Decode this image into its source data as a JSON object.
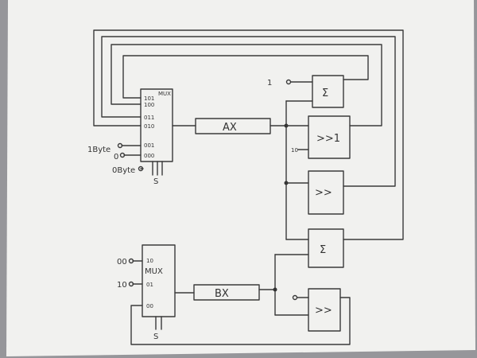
{
  "mux_a": {
    "title": "MUX",
    "inputs": [
      "101",
      "100",
      "011",
      "010",
      "001",
      "000"
    ],
    "left_labels": [
      "1Byte",
      "0",
      "0Byte"
    ],
    "select": "S"
  },
  "reg_a": {
    "label": "AX"
  },
  "adder_a": {
    "symbol": "Σ",
    "input": "1"
  },
  "shift_a": {
    "symbol": ">>1",
    "input": "10"
  },
  "shift_b": {
    "symbol": ">>"
  },
  "adder_b": {
    "symbol": "Σ"
  },
  "mux_b": {
    "title": "MUX",
    "inputs": [
      "10",
      "01",
      "00"
    ],
    "left_labels": [
      "00",
      "10"
    ],
    "select": "S"
  },
  "reg_b": {
    "label": "BX"
  },
  "shift_c": {
    "symbol": ">>"
  }
}
